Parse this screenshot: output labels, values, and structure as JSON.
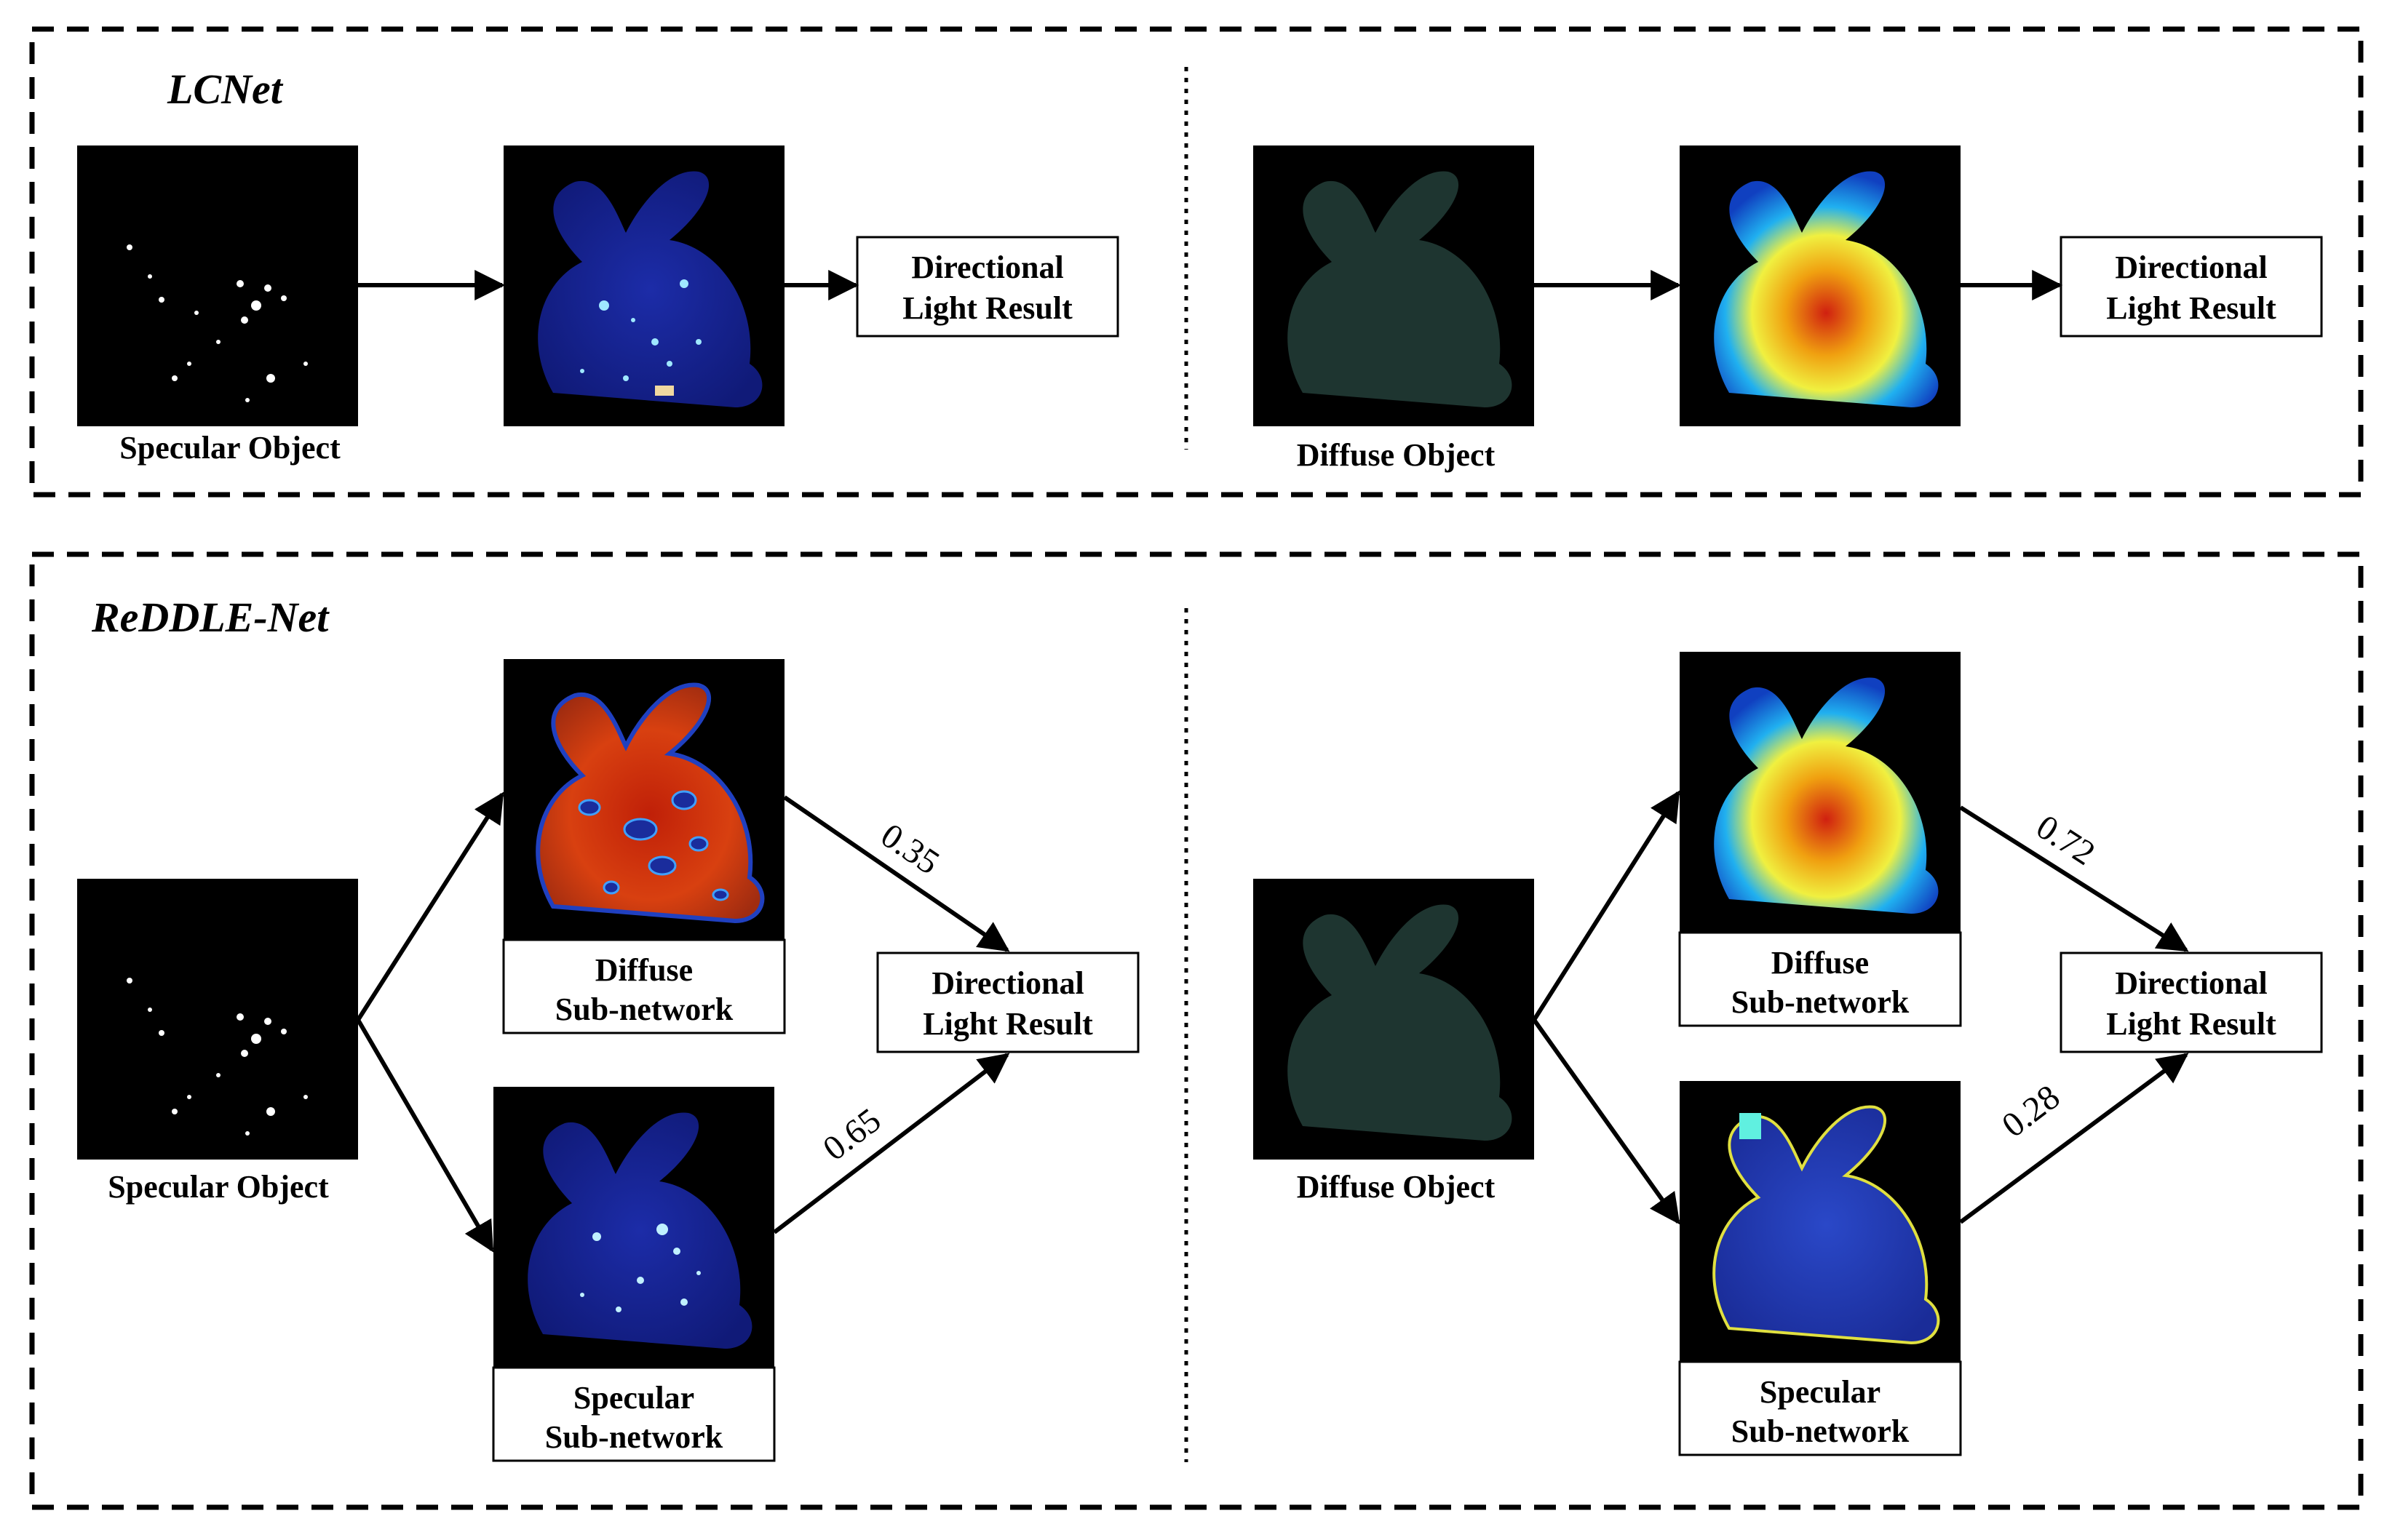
{
  "top": {
    "title": "LCNet",
    "left": {
      "input_label": "Specular Object",
      "result_line1": "Directional",
      "result_line2": "Light Result"
    },
    "right": {
      "input_label": "Diffuse Object",
      "result_line1": "Directional",
      "result_line2": "Light Result"
    }
  },
  "bottom": {
    "title": "ReDDLE-Net",
    "left": {
      "input_label": "Specular Object",
      "diffuse_line1": "Diffuse",
      "diffuse_line2": "Sub-network",
      "specular_line1": "Specular",
      "specular_line2": "Sub-network",
      "result_line1": "Directional",
      "result_line2": "Light Result",
      "weight_diffuse": "0.35",
      "weight_specular": "0.65"
    },
    "right": {
      "input_label": "Diffuse Object",
      "diffuse_line1": "Diffuse",
      "diffuse_line2": "Sub-network",
      "specular_line1": "Specular",
      "specular_line2": "Sub-network",
      "result_line1": "Directional",
      "result_line2": "Light Result",
      "weight_diffuse": "0.72",
      "weight_specular": "0.28"
    }
  }
}
